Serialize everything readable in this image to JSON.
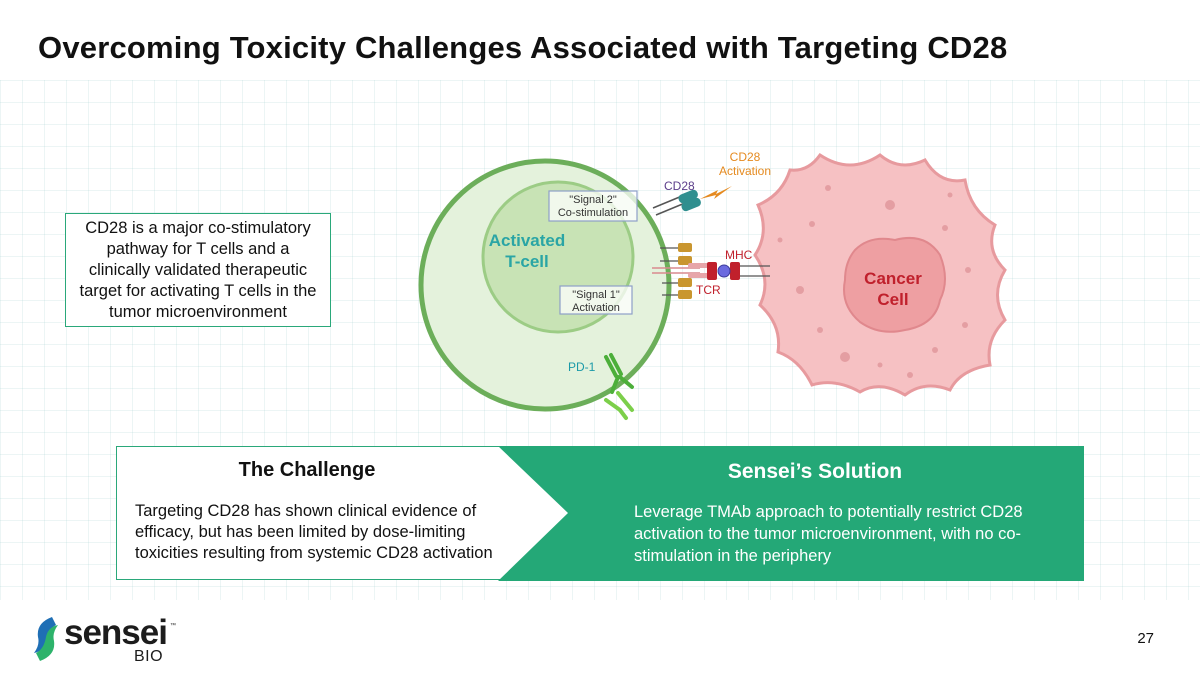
{
  "title": "Overcoming Toxicity Challenges Associated with Targeting CD28",
  "intro_text": "CD28 is a major co-stimulatory pathway for T cells and a clinically validated therapeutic target for activating T cells in the tumor microenvironment",
  "diagram": {
    "tcell_label_line1": "Activated",
    "tcell_label_line2": "T-cell",
    "cancer_label_line1": "Cancer",
    "cancer_label_line2": "Cell",
    "signal2_line1": "\"Signal 2\"",
    "signal2_line2": "Co-stimulation",
    "signal1_line1": "\"Signal 1\"",
    "signal1_line2": "Activation",
    "cd28_label": "CD28",
    "cd28_activation_line1": "CD28",
    "cd28_activation_line2": "Activation",
    "mhc_label": "MHC",
    "tcr_label": "TCR",
    "pd1_label": "PD-1"
  },
  "challenge": {
    "heading": "The Challenge",
    "body": "Targeting CD28 has shown clinical evidence of efficacy, but has been limited by dose-limiting toxicities resulting from systemic CD28 activation"
  },
  "solution": {
    "heading": "Sensei’s Solution",
    "body": "Leverage TMAb approach to potentially restrict CD28 activation to the tumor microenvironment, with no co-stimulation in the periphery"
  },
  "logo": {
    "wordmark": "sensei",
    "sub": "BIO",
    "tm": "™"
  },
  "page_number": "27",
  "colors": {
    "accent_green": "#24a877",
    "tcell_green": "#6cae5a",
    "cancer_pink": "#f2aeb0",
    "cd28_orange": "#e58a1f",
    "mhc_red": "#c0202c",
    "pd1_teal": "#1a9aa8"
  }
}
